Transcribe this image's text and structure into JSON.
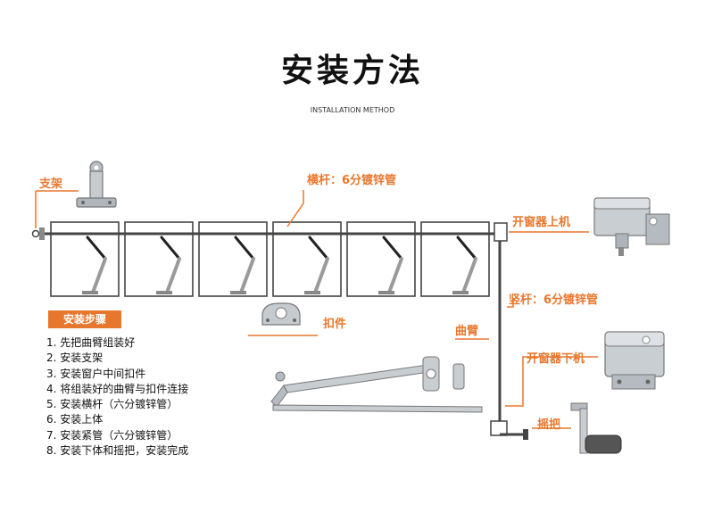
{
  "title": "安装方法",
  "subtitle": "INSTALLATION METHOD",
  "labels": {
    "bracket": "支架",
    "horizontal_bar": "横杆：6分镀锌管",
    "upper_opener": "开窗器上机",
    "vertical_bar": "竖杆：6分镀锌管",
    "clamp": "扣件",
    "crank_arm": "曲臂",
    "lower_opener": "开窗器下机",
    "hand_crank": "摇把"
  },
  "steps_title": "安装步骤",
  "steps": [
    "1. 先把曲臂组装好",
    "2. 安装支架",
    "3. 安装窗户中间扣件",
    "4. 将组装好的曲臂与扣件连接",
    "5. 安装横杆（六分镀锌管）",
    "6. 安装上体",
    "7. 安装紧管（六分镀锌管）",
    "8. 安装下体和摇把，安装完成"
  ],
  "colors": {
    "accent": "#e8772e",
    "frame": "#444444",
    "arm": "#9a9a9a",
    "metal": "#c8cdd2"
  }
}
